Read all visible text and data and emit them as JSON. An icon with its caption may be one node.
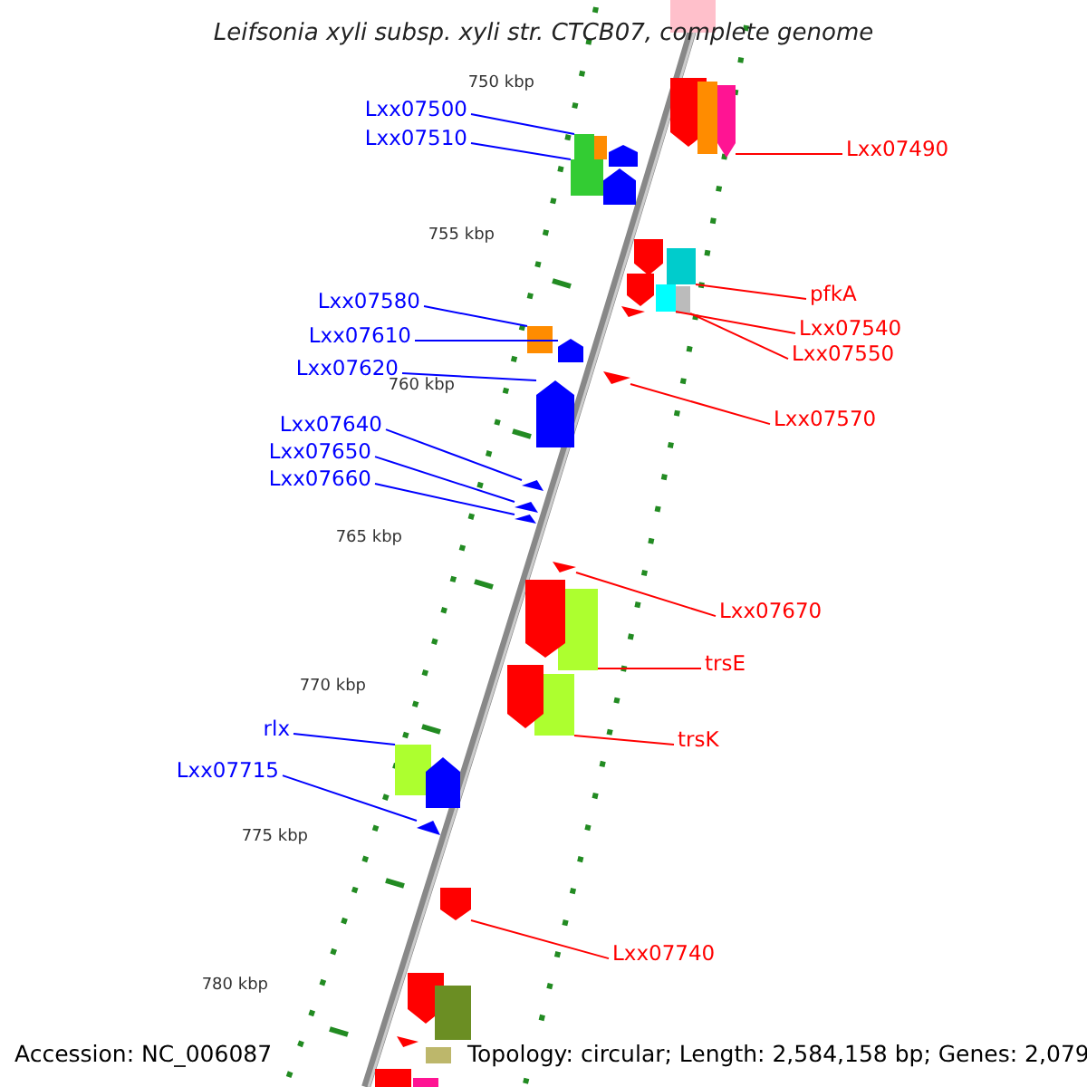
{
  "diagram": {
    "title": "Leifsonia xyli subsp. xyli str. CTCB07, complete genome",
    "nodes": [
      {
        "text": [
          "Lxx07500"
        ]
      },
      {
        "text": [
          "Lxx07490"
        ]
      },
      {
        "text": [
          "Lxx07510"
        ]
      },
      {
        "text": [
          "pfkA"
        ]
      },
      {
        "text": [
          "Lxx07540"
        ]
      },
      {
        "text": [
          "Lxx07580"
        ]
      },
      {
        "text": [
          "Lxx07550"
        ]
      },
      {
        "text": [
          "Lxx07610"
        ]
      },
      {
        "text": [
          "Lxx07620"
        ]
      },
      {
        "text": [
          "Lxx07570"
        ]
      },
      {
        "text": [
          "Lxx07640"
        ]
      },
      {
        "text": [
          "Lxx07650"
        ]
      },
      {
        "text": [
          "Lxx07660"
        ]
      },
      {
        "text": [
          "Lxx07670"
        ]
      },
      {
        "text": [
          "trsE"
        ]
      },
      {
        "text": [
          "rlx"
        ]
      },
      {
        "text": [
          "trsK"
        ]
      },
      {
        "text": [
          "Lxx07715"
        ]
      },
      {
        "text": [
          "Lxx07740"
        ]
      },
      {
        "text": [],
        "shape": "box"
      },
      {
        "text": [],
        "shape": "box"
      },
      {
        "text": [],
        "shape": "box"
      },
      {
        "text": [],
        "shape": "box"
      },
      {
        "text": [],
        "shape": "box"
      },
      {
        "text": [],
        "shape": "box"
      },
      {
        "text": [],
        "shape": "box"
      },
      {
        "text": [],
        "shape": "box"
      },
      {
        "text": [],
        "shape": "box"
      },
      {
        "text": [],
        "shape": "box"
      },
      {
        "text": [],
        "shape": "box"
      },
      {
        "text": [],
        "shape": "box"
      },
      {
        "text": [],
        "shape": "box"
      },
      {
        "text": [],
        "shape": "box"
      },
      {
        "text": [],
        "shape": "box"
      },
      {
        "text": [],
        "shape": "box"
      },
      {
        "text": [],
        "shape": "box"
      },
      {
        "text": [],
        "shape": "box"
      },
      {
        "text": [],
        "shape": "box"
      },
      {
        "text": [],
        "shape": "box"
      },
      {
        "text": [],
        "shape": "box"
      },
      {
        "text": [],
        "shape": "box"
      },
      {
        "text": [],
        "shape": "box"
      },
      {
        "text": [],
        "shape": "box"
      },
      {
        "text": [],
        "shape": "box"
      },
      {
        "text": [],
        "shape": "box"
      },
      {
        "text": [],
        "shape": "box"
      },
      {
        "text": [],
        "shape": "box"
      },
      {
        "text": [],
        "shape": "box"
      },
      {
        "text": [],
        "shape": "box"
      },
      {
        "text": [],
        "shape": "box"
      },
      {
        "text": [],
        "shape": "box"
      },
      {
        "text": [],
        "shape": "box"
      },
      {
        "text": [],
        "shape": "box"
      },
      {
        "text": [],
        "shape": "box"
      },
      {
        "text": [],
        "shape": "box"
      },
      {
        "text": [],
        "shape": "box"
      }
    ],
    "edges": [
      {
        "from": 0,
        "to": 19,
        "arrow": "none"
      },
      {
        "from": 1,
        "to": 20,
        "arrow": "none",
        "color": "#ff0000"
      },
      {
        "from": 2,
        "to": 21,
        "arrow": "none"
      },
      {
        "from": 3,
        "to": 22,
        "arrow": "none",
        "color": "#ff0000"
      },
      {
        "from": 4,
        "to": 23,
        "arrow": "none",
        "color": "#ff0000"
      },
      {
        "from": 5,
        "to": 24,
        "arrow": "none"
      },
      {
        "from": 6,
        "to": 25,
        "arrow": "none",
        "color": "#ff0000"
      },
      {
        "from": 7,
        "to": 26,
        "arrow": "none"
      },
      {
        "from": 8,
        "to": 27,
        "arrow": "none"
      },
      {
        "from": 9,
        "to": 28,
        "arrow": "none",
        "color": "#ff0000"
      },
      {
        "from": 10,
        "to": 29,
        "arrow": "none"
      },
      {
        "from": 11,
        "to": 30,
        "arrow": "none"
      },
      {
        "from": 12,
        "to": 31,
        "arrow": "none"
      },
      {
        "from": 13,
        "to": 32,
        "arrow": "none",
        "color": "#ff0000"
      },
      {
        "from": 14,
        "to": 33,
        "arrow": "none",
        "color": "#ff0000"
      },
      {
        "from": 15,
        "to": 34,
        "arrow": "none"
      },
      {
        "from": 16,
        "to": 35,
        "arrow": "none",
        "color": "#ff0000"
      },
      {
        "from": 17,
        "to": 36,
        "arrow": "none"
      },
      {
        "from": 18,
        "to": 37,
        "arrow": "none",
        "color": "#ff0000"
      }
    ],
    "labels": [
      "750 kbp",
      "755 kbp",
      "760 kbp",
      "765 kbp",
      "770 kbp",
      "775 kbp",
      "780 kbp",
      "Accession: NC_006087",
      "Topology: circular; Length: 2,584,158 bp; Genes: 2,079"
    ]
  }
}
